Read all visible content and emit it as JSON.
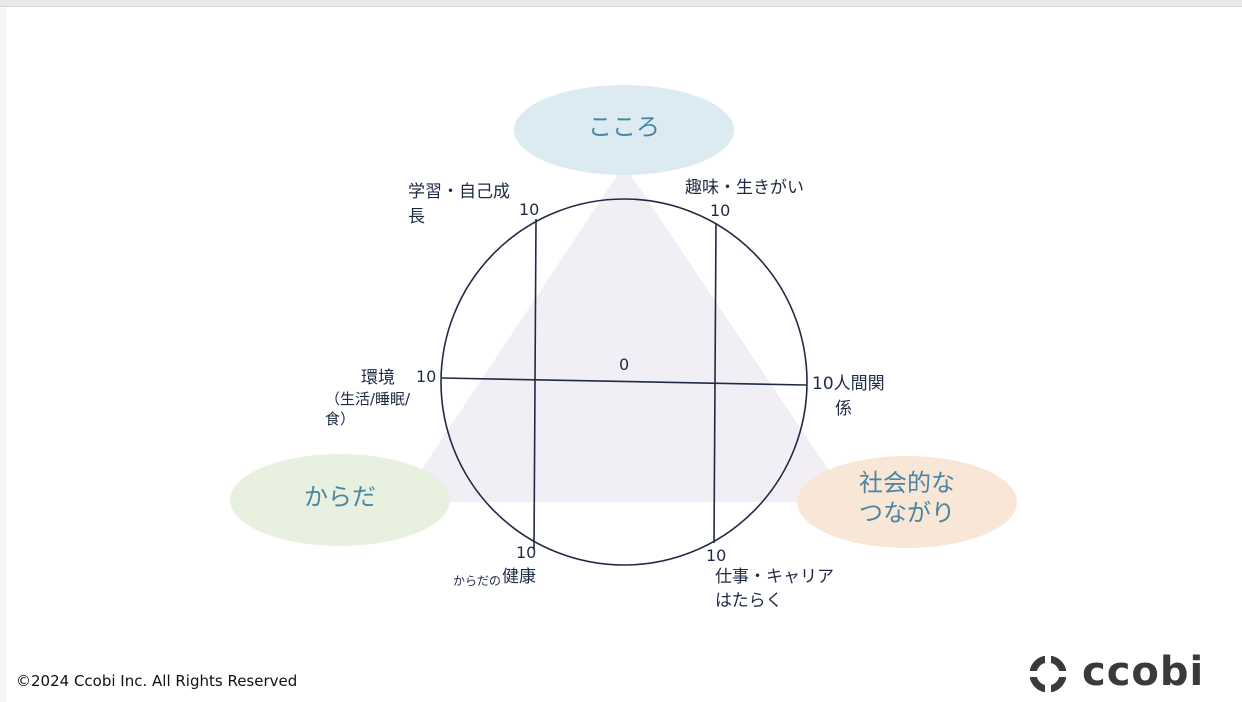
{
  "bubbles": {
    "mind": "こころ",
    "body": "からだ",
    "social_line1": "社会的な",
    "social_line2": "つながり"
  },
  "axes": {
    "center": "0",
    "learning": {
      "line1": "学習・自己成",
      "line2": "長",
      "value": "10"
    },
    "hobby": {
      "label": "趣味・生きがい",
      "value": "10"
    },
    "relations": {
      "value_label": "10人間関",
      "line2": "係"
    },
    "work": {
      "value": "10",
      "line1": "仕事・キャリア",
      "line2": "はたらく"
    },
    "health": {
      "value": "10",
      "prefix": "からだの",
      "label": "健康"
    },
    "environment": {
      "label": "環境",
      "value": "10",
      "line2": "（生活/睡眠/",
      "line3": "食）"
    }
  },
  "footer": {
    "copyright": "©2024 Ccobi Inc. All Rights Reserved"
  },
  "logo": {
    "text": "ccobi"
  },
  "colors": {
    "triangle": "#f1eff5",
    "mind_bubble": "#dcebf2",
    "body_bubble": "#e8f0df",
    "social_bubble": "#f8e7d6",
    "circle_stroke": "#1f2a44",
    "bubble_text": "#4a86a3"
  }
}
